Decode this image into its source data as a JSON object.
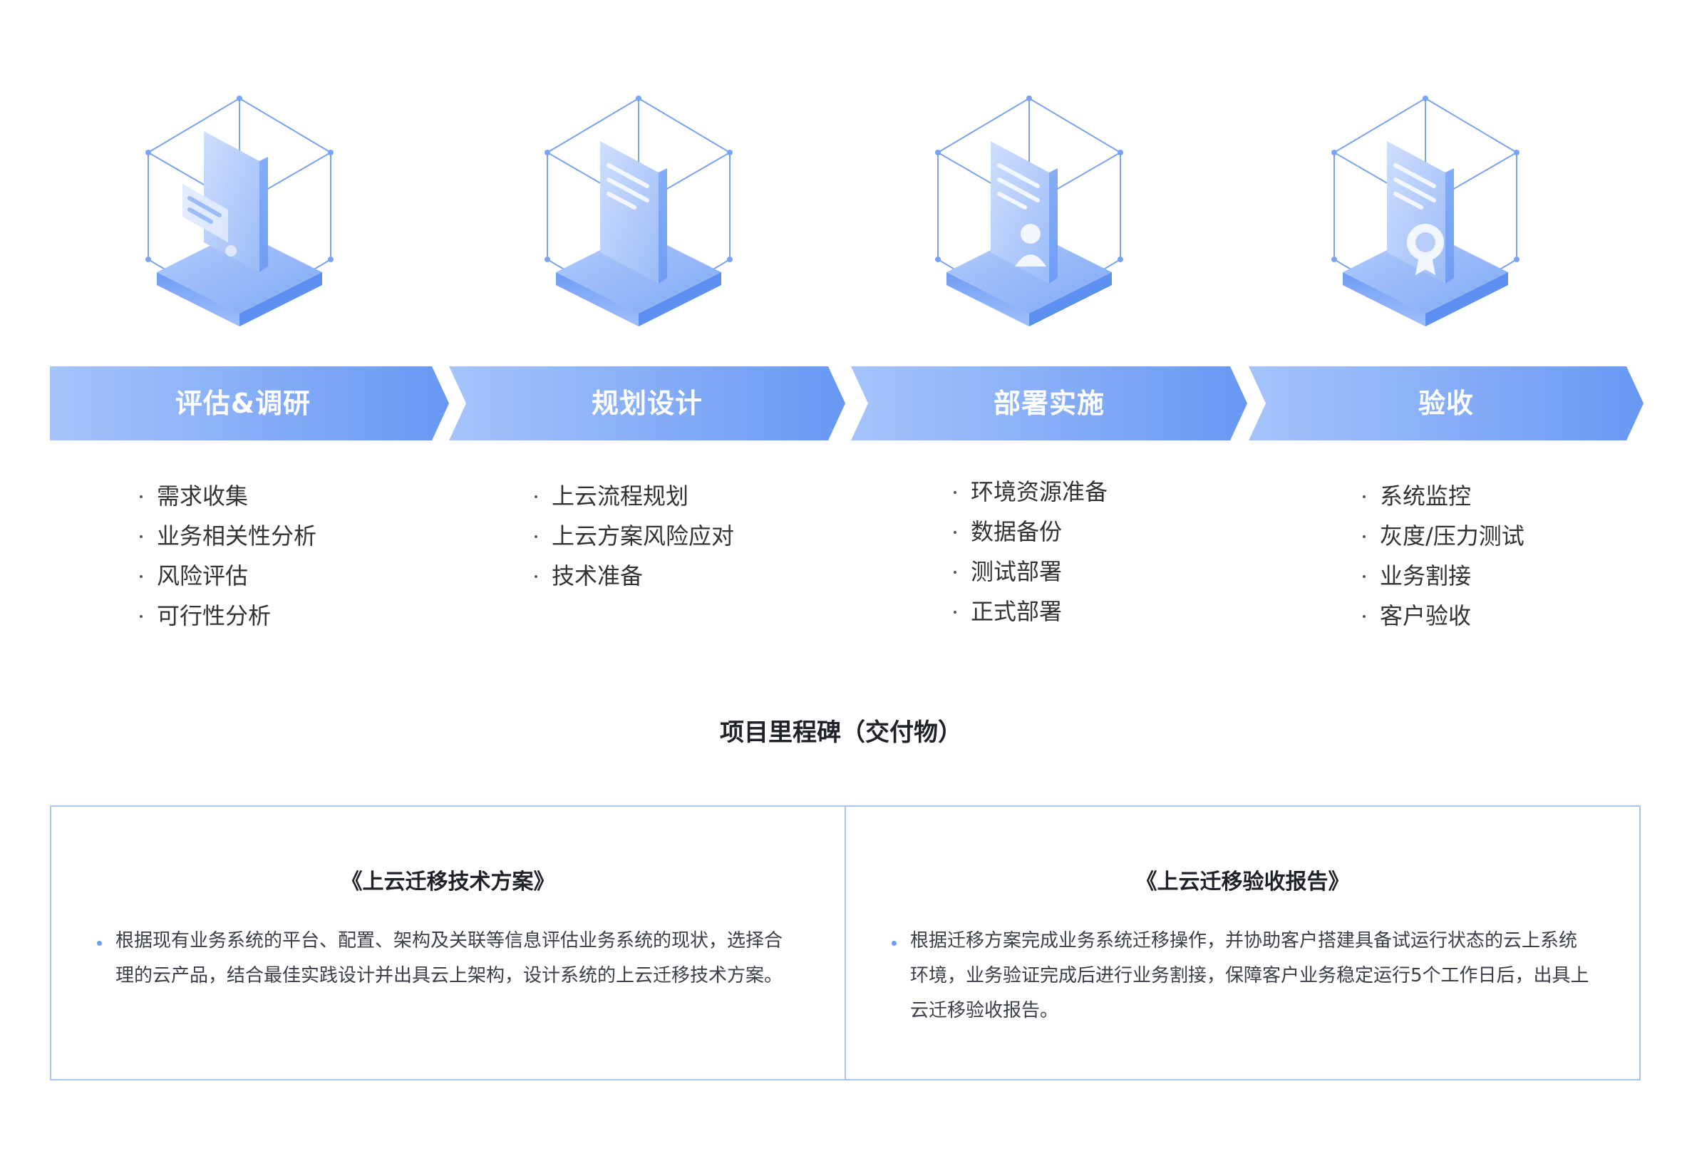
{
  "stages": [
    {
      "title": "评估&调研",
      "icon": "assessment-document-icon",
      "tasks": [
        "需求收集",
        "业务相关性分析",
        "风险评估",
        "可行性分析"
      ]
    },
    {
      "title": "规划设计",
      "icon": "planning-document-icon",
      "tasks": [
        "上云流程规划",
        "上云方案风险应对",
        "技术准备"
      ]
    },
    {
      "title": "部署实施",
      "icon": "deployment-document-icon",
      "tasks": [
        "环境资源准备",
        "数据备份",
        "测试部署",
        "正式部署"
      ]
    },
    {
      "title": "验收",
      "icon": "acceptance-document-icon",
      "tasks": [
        "系统监控",
        "灰度/压力测试",
        "业务割接",
        "客户验收"
      ]
    }
  ],
  "milestones": {
    "title": "项目里程碑（交付物）",
    "items": [
      {
        "title": "《上云迁移技术方案》",
        "text": "根据现有业务系统的平台、配置、架构及关联等信息评估业务系统的现状，选择合理的云产品，结合最佳实践设计并出具云上架构，设计系统的上云迁移技术方案。"
      },
      {
        "title": "《上云迁移验收报告》",
        "text": "根据迁移方案完成业务系统迁移操作，并协助客户搭建具备试运行状态的云上系统环境，业务验证完成后进行业务割接，保障客户业务稳定运行5个工作日后，出具上云迁移验收报告。"
      }
    ]
  },
  "colors": {
    "accent": "#6e9df6",
    "ribbon_start": "#a3c2fb",
    "ribbon_end": "#6a9bf5",
    "border": "#a9c3f7"
  }
}
